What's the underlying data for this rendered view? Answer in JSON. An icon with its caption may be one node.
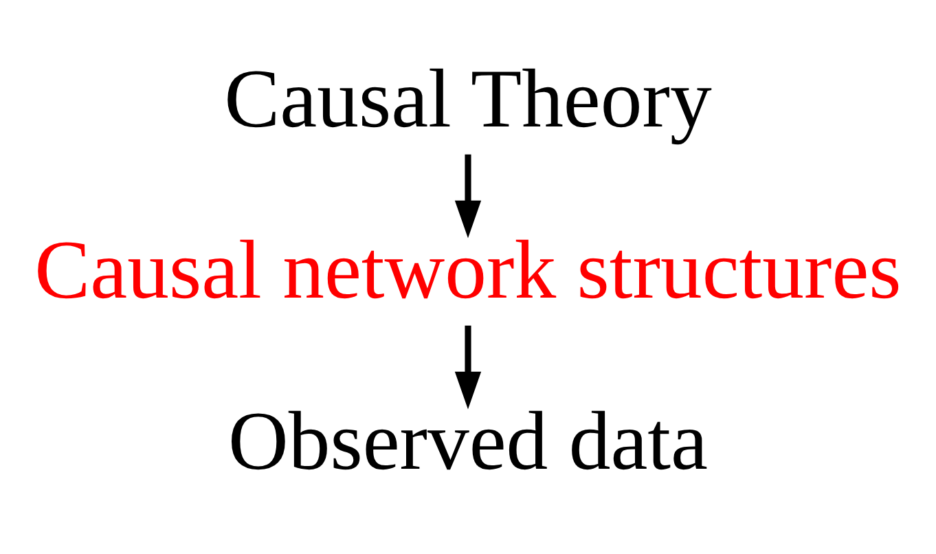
{
  "diagram": {
    "nodes": [
      {
        "text": [
          "Causal Theory"
        ]
      },
      {
        "text": [
          "Causal network structures"
        ]
      },
      {
        "text": [
          "Observed data"
        ]
      }
    ],
    "edges": [
      {
        "from": 0,
        "to": 1,
        "arrow": "to"
      },
      {
        "from": 1,
        "to": 2,
        "arrow": "to"
      }
    ]
  }
}
